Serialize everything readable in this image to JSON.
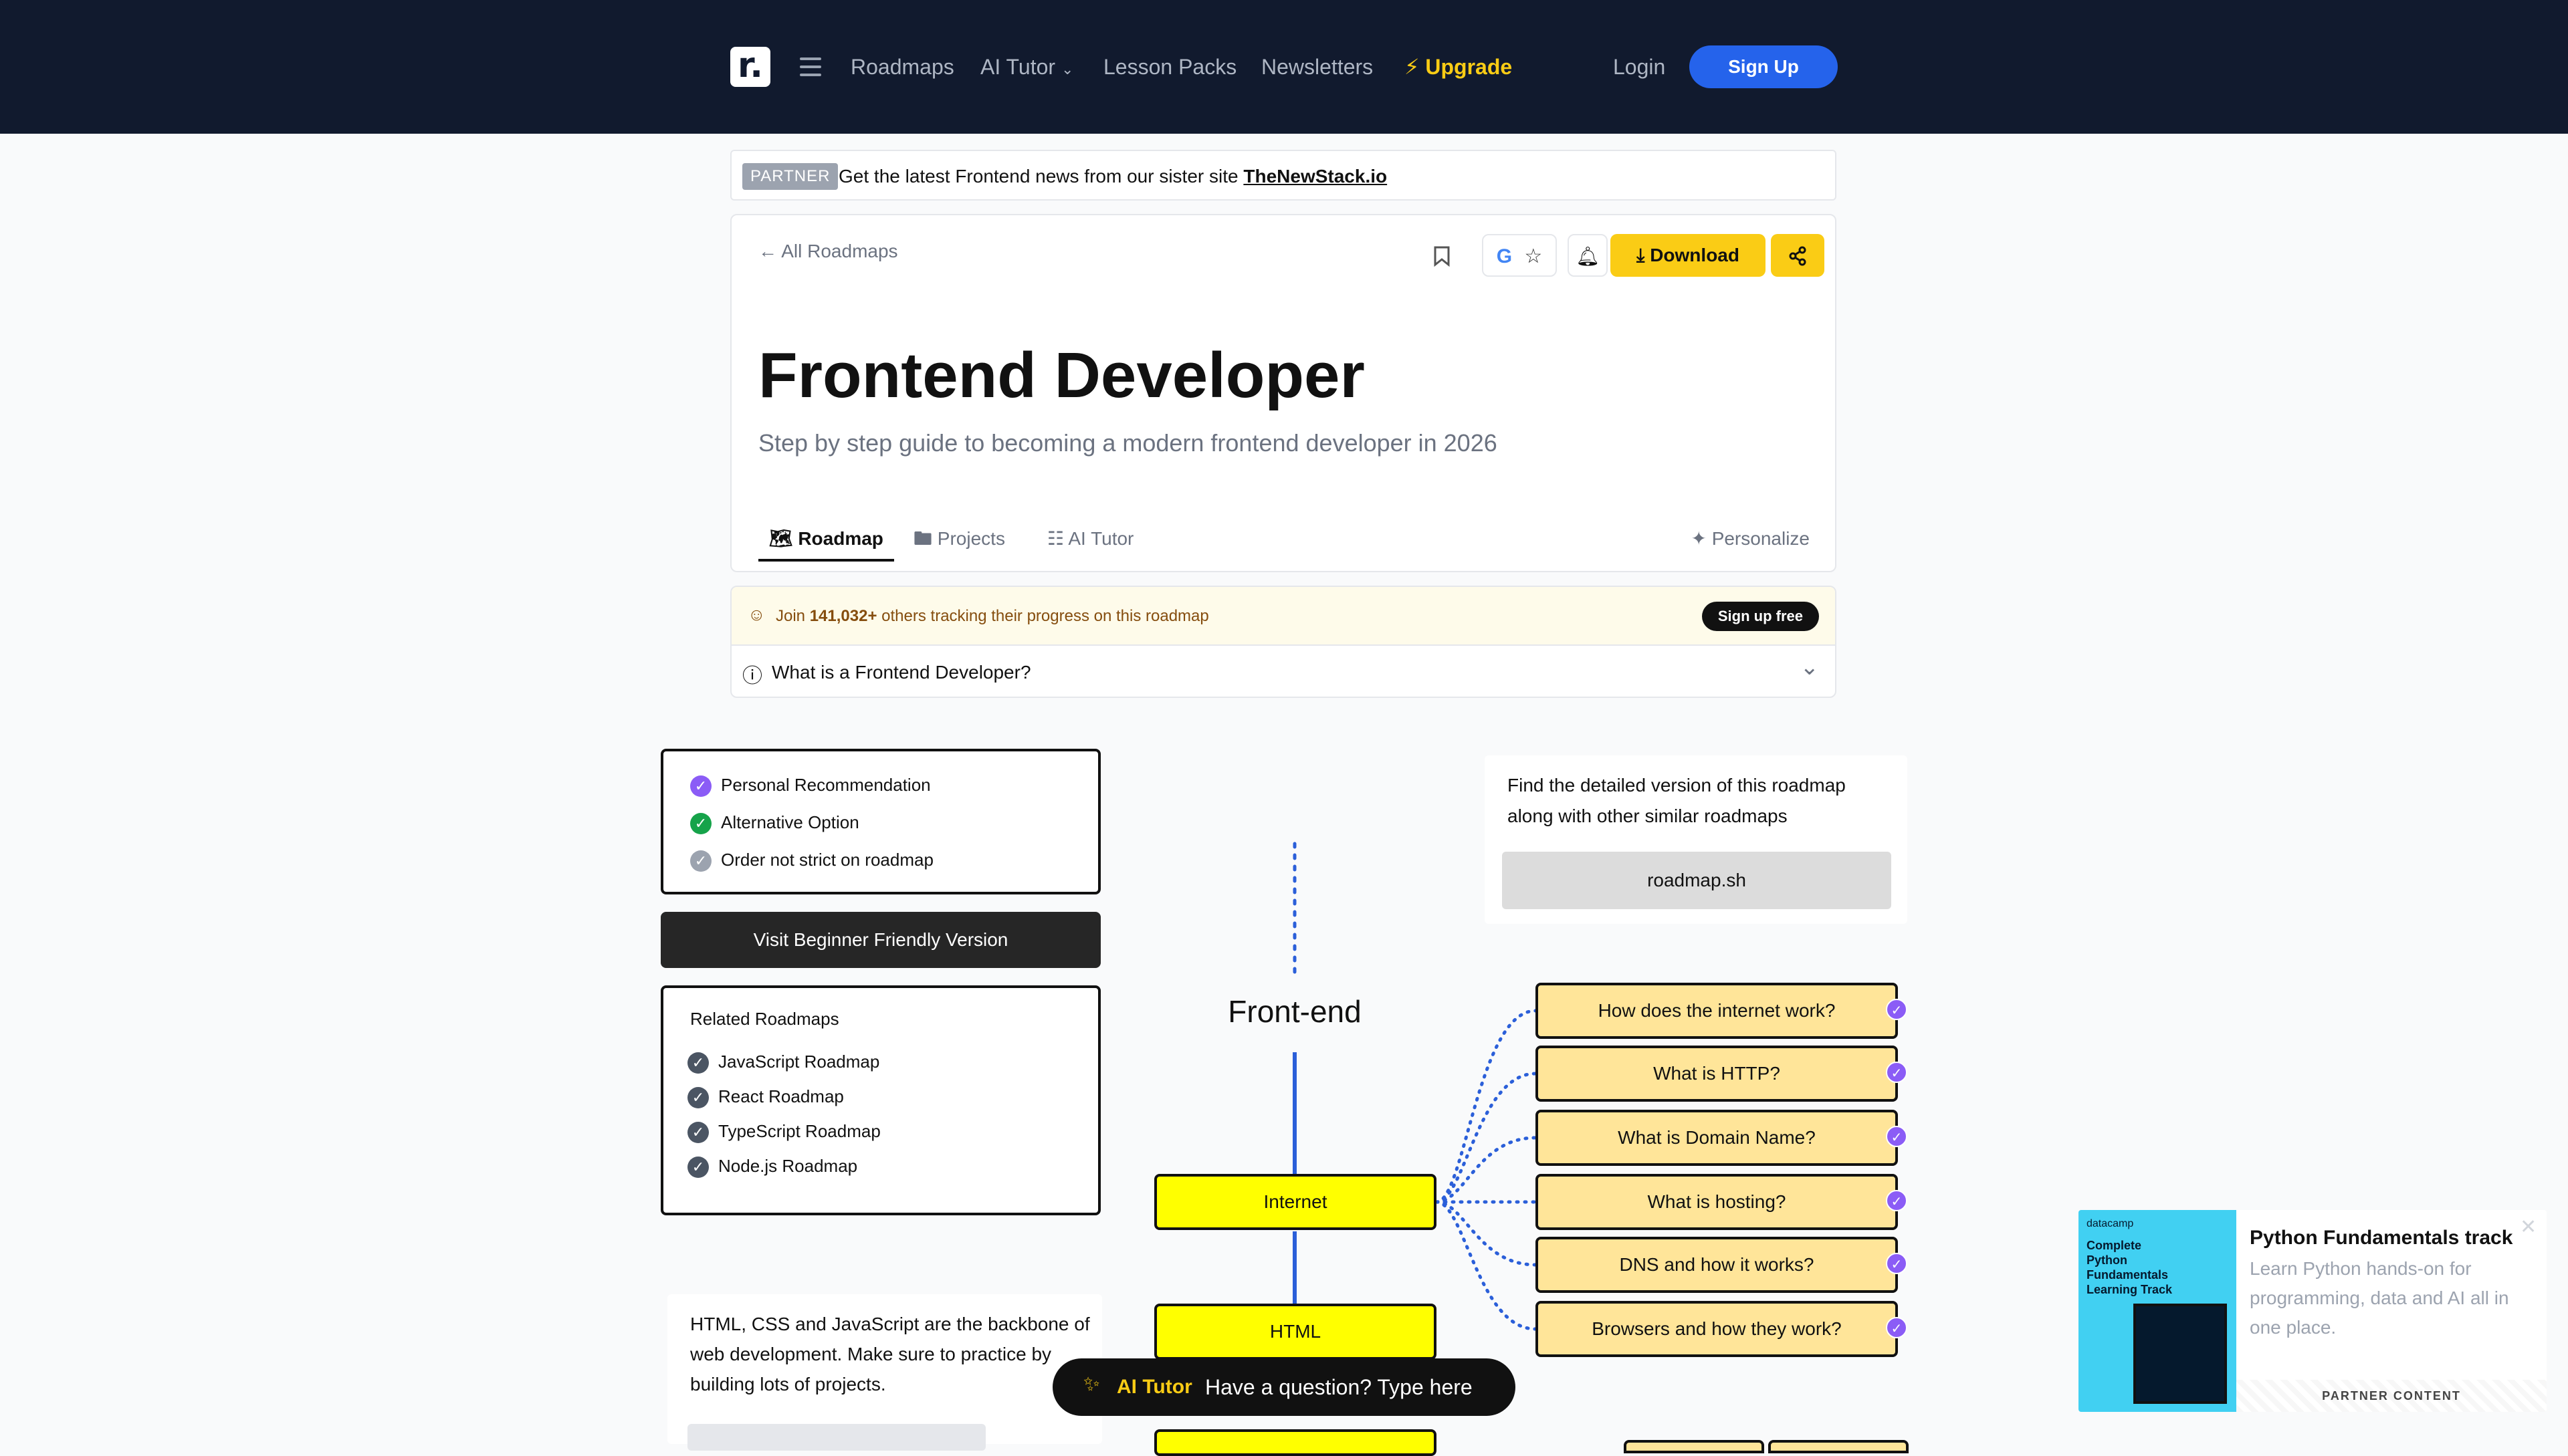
{
  "nav": {
    "logo_text": "r.",
    "links": [
      "Roadmaps",
      "AI Tutor",
      "Lesson Packs",
      "Newsletters"
    ],
    "upgrade": "Upgrade",
    "login": "Login",
    "signup": "Sign Up"
  },
  "partner": {
    "tag": "PARTNER",
    "text": "Get the latest Frontend news from our sister site",
    "link": "TheNewStack.io"
  },
  "header": {
    "back": "All Roadmaps",
    "download": "Download",
    "title": "Frontend Developer",
    "subtitle": "Step by step guide to becoming a modern frontend developer in 2026",
    "tabs": [
      "Roadmap",
      "Projects",
      "AI Tutor"
    ],
    "personalize": "Personalize"
  },
  "join": {
    "prefix": "Join",
    "count": "141,032+",
    "suffix": "others tracking their progress on this roadmap",
    "button": "Sign up free",
    "what": "What is a Frontend Developer?"
  },
  "legend": {
    "items": [
      "Personal Recommendation",
      "Alternative Option",
      "Order not strict on roadmap"
    ],
    "colors": [
      "#8b5cf6",
      "#16a34a",
      "#9ca3af"
    ]
  },
  "beginner_button": "Visit Beginner Friendly Version",
  "related": {
    "title": "Related Roadmaps",
    "items": [
      "JavaScript Roadmap",
      "React Roadmap",
      "TypeScript Roadmap",
      "Node.js Roadmap"
    ]
  },
  "detailed": {
    "text": "Find the detailed version of this roadmap along with other similar roadmaps",
    "button": "roadmap.sh"
  },
  "roadmap": {
    "title": "Front-end",
    "internet": "Internet",
    "html": "HTML",
    "topics": [
      "How does the internet work?",
      "What is HTTP?",
      "What is Domain Name?",
      "What is hosting?",
      "DNS and how it works?",
      "Browsers and how they work?"
    ],
    "note": "HTML, CSS and JavaScript are the backbone of web development. Make sure to practice by building lots of projects."
  },
  "ai_bar": {
    "label": "AI Tutor",
    "prompt": "Have a question? Type here"
  },
  "ad": {
    "image_brand": "datacamp",
    "image_text": "Complete Python Fundamentals Learning Track",
    "title": "Python Fundamentals track",
    "body": "Learn Python hands-on for programming, data and AI all in one place.",
    "footer": "PARTNER CONTENT"
  }
}
